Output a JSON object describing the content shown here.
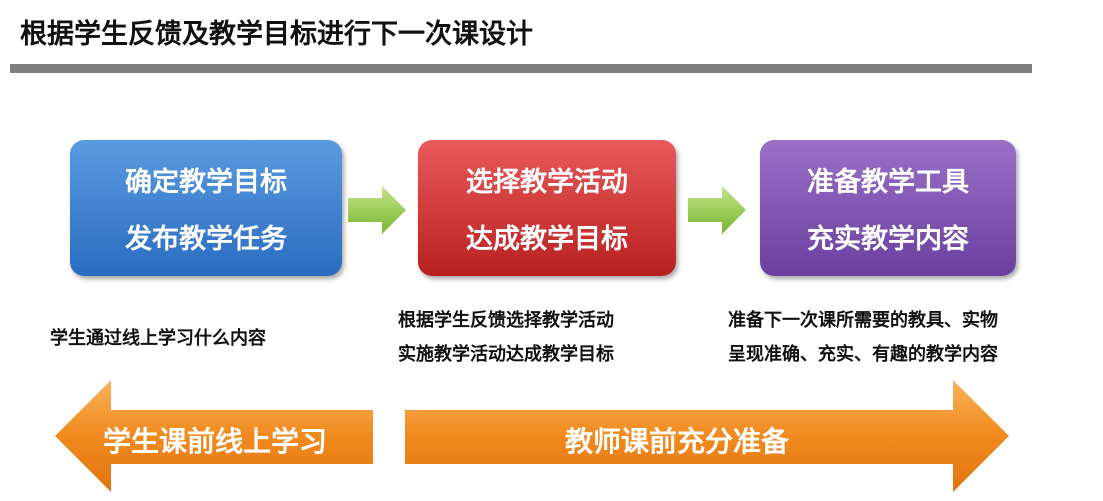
{
  "title": "根据学生反馈及教学目标进行下一次课设计",
  "steps": [
    {
      "line1": "确定教学目标",
      "line2": "发布教学任务"
    },
    {
      "line1": "选择教学活动",
      "line2": "达成教学目标"
    },
    {
      "line1": "准备教学工具",
      "line2": "充实教学内容"
    }
  ],
  "descriptions": [
    [
      "学生通过线上学习什么内容"
    ],
    [
      "根据学生反馈选择教学活动",
      "实施教学活动达成教学目标"
    ],
    [
      "准备下一次课所需要的教具、实物",
      "呈现准确、充实、有趣的教学内容"
    ]
  ],
  "phases": {
    "left": "学生课前线上学习",
    "right": "教师课前充分准备"
  },
  "colors": {
    "blue": "#2a6cc0",
    "red": "#b82020",
    "purple": "#6a3f9f",
    "orange": "#f08a1e",
    "green": "#8cc63f"
  }
}
